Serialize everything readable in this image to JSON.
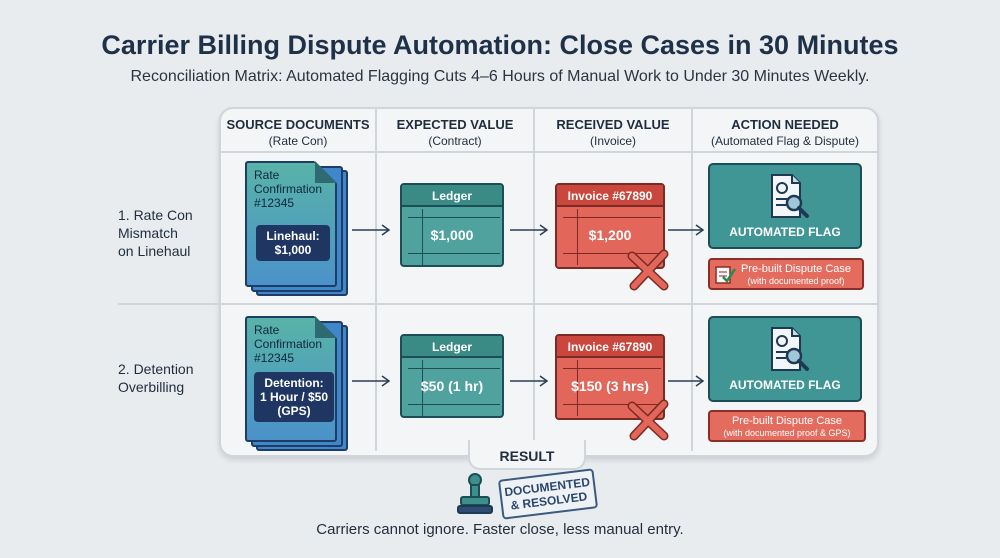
{
  "header": {
    "title": "Carrier Billing Dispute Automation: Close Cases in 30 Minutes",
    "subtitle": "Reconciliation Matrix: Automated Flagging Cuts 4–6 Hours of Manual Work to Under 30 Minutes Weekly."
  },
  "columns": [
    {
      "title": "SOURCE DOCUMENTS",
      "sub": "(Rate Con)"
    },
    {
      "title": "EXPECTED VALUE",
      "sub": "(Contract)"
    },
    {
      "title": "RECEIVED VALUE",
      "sub": "(Invoice)"
    },
    {
      "title": "ACTION NEEDED",
      "sub": "(Automated Flag & Dispute)"
    }
  ],
  "rows": [
    {
      "label_line1": "1. Rate Con",
      "label_line2": "Mismatch",
      "label_line3": "on Linehaul",
      "doc_title_1": "Rate",
      "doc_title_2": "Confirmation",
      "doc_title_3": "#12345",
      "doc_chip_1": "Linehaul:",
      "doc_chip_2": "$1,000",
      "doc_chip_3": "",
      "ledger_label": "Ledger",
      "ledger_value": "$1,000",
      "invoice_label": "Invoice #67890",
      "invoice_value": "$1,200",
      "flag_label": "AUTOMATED FLAG",
      "dispute_line1": "Pre-built Dispute Case",
      "dispute_line2": "(with documented proof)"
    },
    {
      "label_line1": "2. Detention",
      "label_line2": "Overbilling",
      "label_line3": "",
      "doc_title_1": "Rate",
      "doc_title_2": "Confirmation",
      "doc_title_3": "#12345",
      "doc_chip_1": "Detention:",
      "doc_chip_2": "1 Hour / $50",
      "doc_chip_3": "(GPS)",
      "ledger_label": "Ledger",
      "ledger_value": "$50 (1 hr)",
      "invoice_label": "Invoice #67890",
      "invoice_value": "$150 (3 hrs)",
      "flag_label": "AUTOMATED FLAG",
      "dispute_line1": "Pre-built Dispute Case",
      "dispute_line2": "(with documented proof & GPS)"
    }
  ],
  "result": {
    "label": "RESULT",
    "stamp_line1": "DOCUMENTED",
    "stamp_line2": "& RESOLVED",
    "footer": "Carriers cannot ignore. Faster close, less manual entry."
  },
  "colors": {
    "ledger": "#4fa29d",
    "invoice": "#e2675a",
    "flag": "#3f9694",
    "dispute": "#e46c5e",
    "doc_chip": "#1f3662"
  },
  "icons": [
    "document-stack-icon",
    "document-search-icon",
    "checklist-icon",
    "x-mark-icon",
    "arrow-right-icon",
    "rubber-stamp-icon"
  ]
}
